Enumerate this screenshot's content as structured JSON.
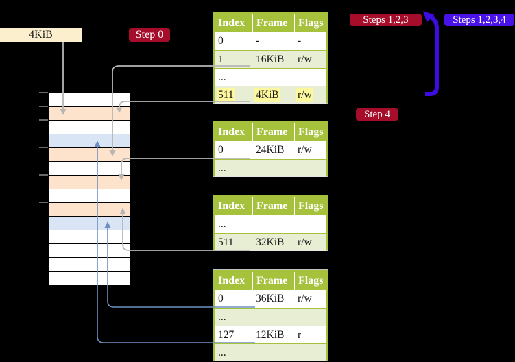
{
  "labels": {
    "frame_size": "4KiB",
    "step0": "Step 0",
    "steps_123": "Steps 1,2,3",
    "steps_1234": "Steps 1,2,3,4",
    "step4": "Step 4"
  },
  "colors": {
    "background": "#000000",
    "table_green": "#a6c23c",
    "table_shaded_row": "#e7eed3",
    "highlight_yellow": "#fdf89e",
    "badge_red": "#a50d2b",
    "badge_blue": "#4812e8",
    "arrow_gray": "#b6b6b6",
    "arrow_blue_thin": "#6f8fc2",
    "arrow_blue_thick": "#3d0ce0",
    "page_white": "#ffffff",
    "page_orange": "#fde3cb",
    "page_blue": "#d9e4f5",
    "frame_label_cream": "#fcefce"
  },
  "page_tables": [
    {
      "name": "table-1",
      "columns": [
        "Index",
        "Frame",
        "Flags"
      ],
      "rows": [
        {
          "index": "0",
          "frame": "-",
          "flags": "-",
          "bg": "#ffffff",
          "highlighted": false
        },
        {
          "index": "1",
          "frame": "16KiB",
          "flags": "r/w",
          "bg": "#e7eed3",
          "highlighted": false
        },
        {
          "index": "...",
          "frame": "",
          "flags": "",
          "bg": "#ffffff",
          "highlighted": false
        },
        {
          "index": "511",
          "frame": "4KiB",
          "flags": "r/w",
          "bg": "#e7eed3",
          "highlighted": true
        }
      ]
    },
    {
      "name": "table-2",
      "columns": [
        "Index",
        "Frame",
        "Flags"
      ],
      "rows": [
        {
          "index": "0",
          "frame": "24KiB",
          "flags": "r/w",
          "bg": "#ffffff",
          "highlighted": false
        },
        {
          "index": "...",
          "frame": "",
          "flags": "",
          "bg": "#e7eed3",
          "highlighted": false
        }
      ]
    },
    {
      "name": "table-3",
      "columns": [
        "Index",
        "Frame",
        "Flags"
      ],
      "rows": [
        {
          "index": "...",
          "frame": "",
          "flags": "",
          "bg": "#ffffff",
          "highlighted": false
        },
        {
          "index": "511",
          "frame": "32KiB",
          "flags": "r/w",
          "bg": "#e7eed3",
          "highlighted": false
        }
      ]
    },
    {
      "name": "table-4",
      "columns": [
        "Index",
        "Frame",
        "Flags"
      ],
      "rows": [
        {
          "index": "0",
          "frame": "36KiB",
          "flags": "r/w",
          "bg": "#ffffff",
          "highlighted": false
        },
        {
          "index": "...",
          "frame": "",
          "flags": "",
          "bg": "#e7eed3",
          "highlighted": false
        },
        {
          "index": "127",
          "frame": "12KiB",
          "flags": "r",
          "bg": "#ffffff",
          "highlighted": false
        },
        {
          "index": "...",
          "frame": "",
          "flags": "",
          "bg": "#e7eed3",
          "highlighted": false
        }
      ]
    }
  ],
  "memory_stack": {
    "rows": [
      "#ffffff",
      "#fde3cb",
      "#ffffff",
      "#d9e4f5",
      "#fde3cb",
      "#ffffff",
      "#fde3cb",
      "#ffffff",
      "#fde3cb",
      "#d9e4f5",
      "#ffffff",
      "#ffffff",
      "#ffffff",
      "#ffffff"
    ]
  }
}
